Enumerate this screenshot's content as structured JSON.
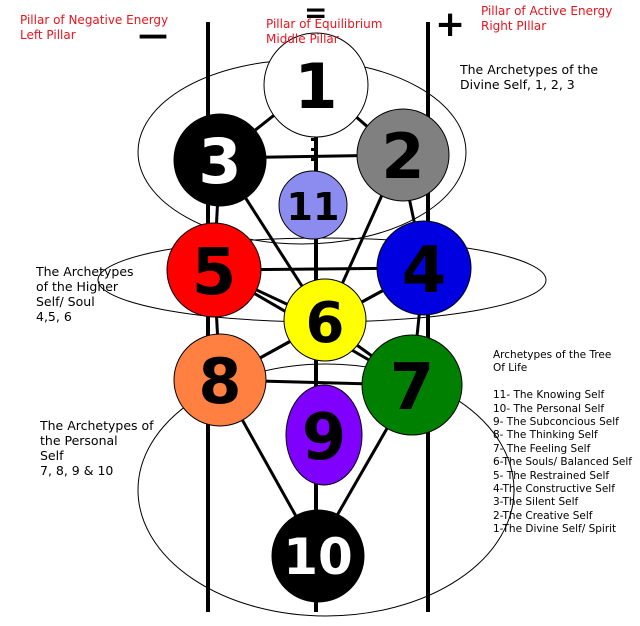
{
  "pillars": {
    "left": {
      "line1": "Pillar of Negative Energy",
      "line2": "Left Pillar",
      "sign": "—"
    },
    "middle": {
      "line1": "Pillar of Equilibrium",
      "line2": "Middle Pillar",
      "sign": "="
    },
    "right": {
      "line1": "Pillar of Active Energy",
      "line2": "Right PIllar",
      "sign": "+"
    }
  },
  "groups": {
    "divine": {
      "line1": "The Archetypes of the",
      "line2": "Divine Self, 1, 2, 3"
    },
    "higher": {
      "line1": "The Archetypes",
      "line2": "of the Higher",
      "line3": "Self/ Soul",
      "line4": "4,5, 6"
    },
    "personal": {
      "line1": "The Archetypes of",
      "line2": "the Personal",
      "line3": "Self",
      "line4": "7, 8, 9 & 10"
    }
  },
  "key": {
    "title1": "Archetypes of the Tree",
    "title2": "Of Life",
    "items": [
      "11- The Knowing Self",
      "10- The Personal Self",
      "9- The Subconcious Self",
      "8- The Thinking Self",
      "7- The Feeling Self",
      "6-The Souls/ Balanced Self",
      "5- The Restrained Self",
      "4-The Constructive Self",
      "3-The Silent Self",
      "2-The Creative Self",
      "1-The Divine Self/ Spirit"
    ]
  },
  "sephirot": [
    {
      "id": "1",
      "label": "1",
      "color": "#ffffff"
    },
    {
      "id": "2",
      "label": "2",
      "color": "#808080"
    },
    {
      "id": "3",
      "label": "3",
      "color": "#000000"
    },
    {
      "id": "11",
      "label": "11",
      "color": "#8c8cf0"
    },
    {
      "id": "4",
      "label": "4",
      "color": "#0000e0"
    },
    {
      "id": "5",
      "label": "5",
      "color": "#ff0000"
    },
    {
      "id": "6",
      "label": "6",
      "color": "#ffff00"
    },
    {
      "id": "7",
      "label": "7",
      "color": "#008000"
    },
    {
      "id": "8",
      "label": "8",
      "color": "#ff8040"
    },
    {
      "id": "9",
      "label": "9",
      "color": "#8000ff"
    },
    {
      "id": "10",
      "label": "10",
      "color": "#000000"
    }
  ]
}
